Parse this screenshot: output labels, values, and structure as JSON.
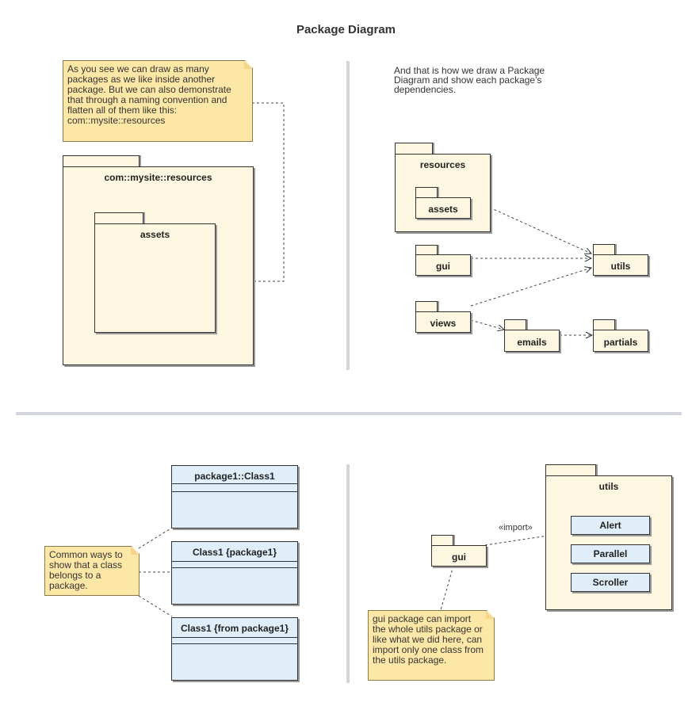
{
  "title": "Package Diagram",
  "panel1": {
    "note": "As you see we can draw as many packages as we like inside another package. But we can also demonstrate that through a naming convention and flatten all of them like this: com::mysite::resources",
    "outer_package": "com::mysite::resources",
    "inner_package": "assets"
  },
  "panel2": {
    "caption": "And that is how we draw a Package Diagram and show each package's dependencies.",
    "packages": {
      "resources": "resources",
      "assets": "assets",
      "gui": "gui",
      "utils": "utils",
      "views": "views",
      "emails": "emails",
      "partials": "partials"
    }
  },
  "panel3": {
    "note": "Common ways to show that a class belongs to a package.",
    "classes": [
      "package1::Class1",
      "Class1 {package1}",
      "Class1 {from package1}"
    ]
  },
  "panel4": {
    "utils_package": "utils",
    "gui_package": "gui",
    "import_label": "«import»",
    "classes": [
      "Alert",
      "Parallel",
      "Scroller"
    ],
    "note": "gui package can import the whole utils package or like what we did here, can import only one class from the utils package."
  },
  "colors": {
    "package_fill": "#fdf7e2",
    "class_fill": "#dfeef9",
    "note_fill": "#fde7a6",
    "divider": "#d2d6db"
  }
}
